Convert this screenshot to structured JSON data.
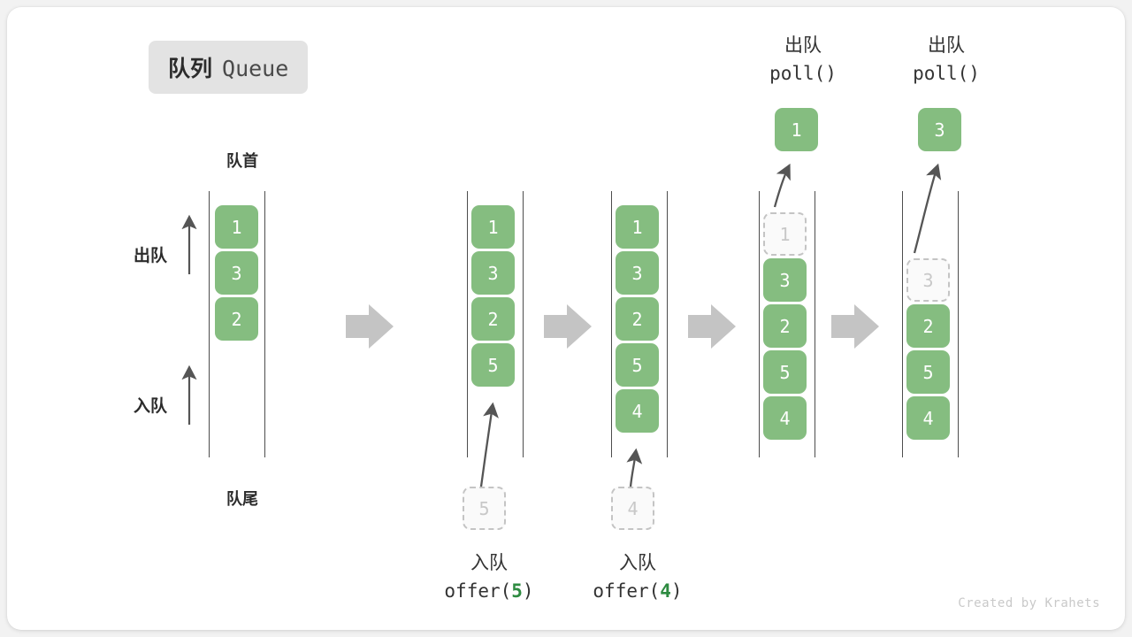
{
  "title": {
    "cn": "队列",
    "en": "Queue"
  },
  "labels": {
    "head": "队首",
    "tail": "队尾",
    "dequeue_side": "出队",
    "enqueue_side": "入队"
  },
  "watermark": "Created by Krahets",
  "colors": {
    "cell_fill": "#85bd80",
    "cell_text": "#ffffff",
    "ghost_border": "#c4c4c4",
    "ghost_text": "#c8c8c8",
    "rail": "#4d4d4d",
    "arrow_gray": "#c4c4c4",
    "accent_green": "#2e8b41",
    "badge_bg": "#e3e3e3",
    "card_bg": "#ffffff",
    "page_bg": "#f2f2f2"
  },
  "columns": [
    {
      "id": "initial",
      "cells": [
        {
          "value": "1",
          "state": "filled"
        },
        {
          "value": "3",
          "state": "filled"
        },
        {
          "value": "2",
          "state": "filled"
        }
      ]
    },
    {
      "id": "after-offer-5",
      "cells": [
        {
          "value": "1",
          "state": "filled"
        },
        {
          "value": "3",
          "state": "filled"
        },
        {
          "value": "2",
          "state": "filled"
        },
        {
          "value": "5",
          "state": "filled"
        }
      ],
      "incoming": {
        "value": "5",
        "state": "ghost"
      },
      "caption": {
        "cn": "入队",
        "fn": "offer(",
        "arg": "5",
        "close": ")"
      }
    },
    {
      "id": "after-offer-4",
      "cells": [
        {
          "value": "1",
          "state": "filled"
        },
        {
          "value": "3",
          "state": "filled"
        },
        {
          "value": "2",
          "state": "filled"
        },
        {
          "value": "5",
          "state": "filled"
        },
        {
          "value": "4",
          "state": "filled"
        }
      ],
      "incoming": {
        "value": "4",
        "state": "ghost"
      },
      "caption": {
        "cn": "入队",
        "fn": "offer(",
        "arg": "4",
        "close": ")"
      }
    },
    {
      "id": "after-poll-1",
      "cells": [
        {
          "value": "1",
          "state": "ghost"
        },
        {
          "value": "3",
          "state": "filled"
        },
        {
          "value": "2",
          "state": "filled"
        },
        {
          "value": "5",
          "state": "filled"
        },
        {
          "value": "4",
          "state": "filled"
        }
      ],
      "outgoing": {
        "value": "1",
        "state": "filled"
      },
      "header": {
        "cn": "出队",
        "code": "poll()"
      }
    },
    {
      "id": "after-poll-3",
      "cells": [
        {
          "value": "",
          "state": "empty"
        },
        {
          "value": "3",
          "state": "ghost"
        },
        {
          "value": "2",
          "state": "filled"
        },
        {
          "value": "5",
          "state": "filled"
        },
        {
          "value": "4",
          "state": "filled"
        }
      ],
      "outgoing": {
        "value": "3",
        "state": "filled"
      },
      "header": {
        "cn": "出队",
        "code": "poll()"
      }
    }
  ]
}
